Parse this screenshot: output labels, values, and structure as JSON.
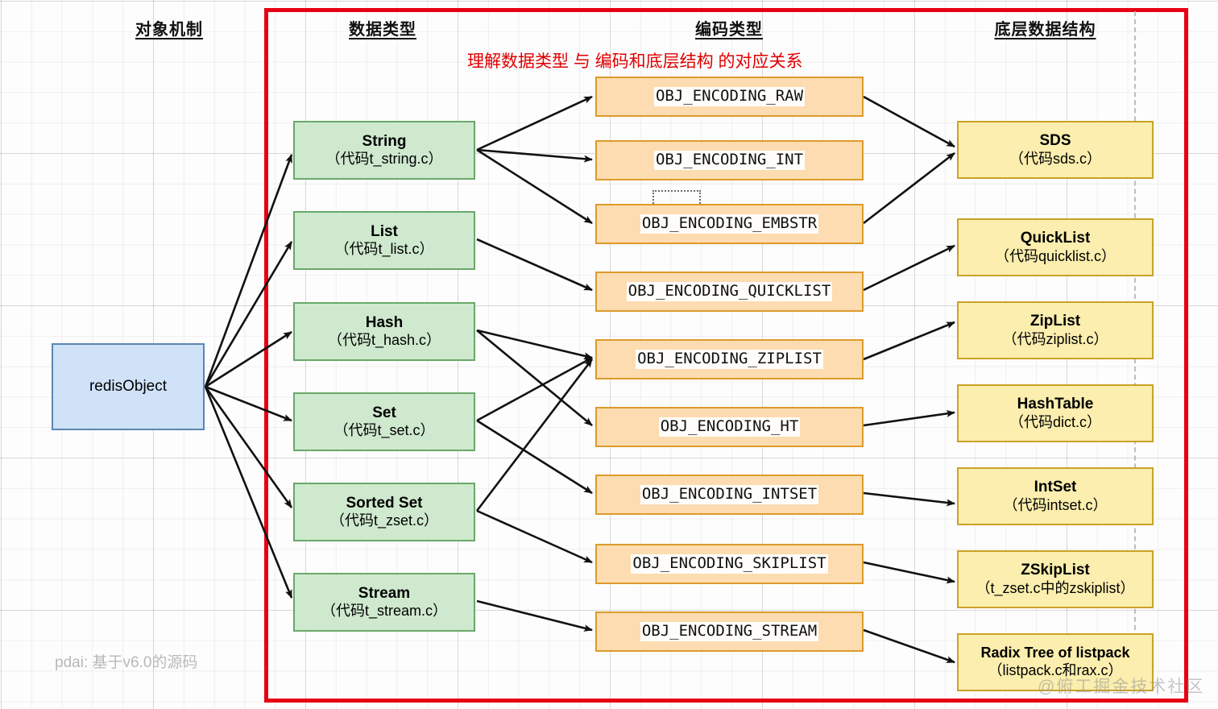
{
  "headers": {
    "object_mechanism": "对象机制",
    "data_type": "数据类型",
    "encoding_type": "编码类型",
    "underlying_structure": "底层数据结构"
  },
  "subtitle": "理解数据类型 与 编码和底层结构 的对应关系",
  "root": {
    "label": "redisObject"
  },
  "data_types": [
    {
      "name": "String",
      "code": "（代码t_string.c）"
    },
    {
      "name": "List",
      "code": "（代码t_list.c）"
    },
    {
      "name": "Hash",
      "code": "（代码t_hash.c）"
    },
    {
      "name": "Set",
      "code": "（代码t_set.c）"
    },
    {
      "name": "Sorted Set",
      "code": "（代码t_zset.c）"
    },
    {
      "name": "Stream",
      "code": "（代码t_stream.c）"
    }
  ],
  "encodings": [
    {
      "name": "OBJ_ENCODING_RAW"
    },
    {
      "name": "OBJ_ENCODING_INT"
    },
    {
      "name": "OBJ_ENCODING_EMBSTR"
    },
    {
      "name": "OBJ_ENCODING_QUICKLIST"
    },
    {
      "name": "OBJ_ENCODING_ZIPLIST"
    },
    {
      "name": "OBJ_ENCODING_HT"
    },
    {
      "name": "OBJ_ENCODING_INTSET"
    },
    {
      "name": "OBJ_ENCODING_SKIPLIST"
    },
    {
      "name": "OBJ_ENCODING_STREAM"
    }
  ],
  "structures": [
    {
      "name": "SDS",
      "code": "（代码sds.c）"
    },
    {
      "name": "QuickList",
      "code": "（代码quicklist.c）"
    },
    {
      "name": "ZipList",
      "code": "（代码ziplist.c）"
    },
    {
      "name": "HashTable",
      "code": "（代码dict.c）"
    },
    {
      "name": "IntSet",
      "code": "（代码intset.c）"
    },
    {
      "name": "ZSkipList",
      "code": "（t_zset.c中的zskiplist）"
    },
    {
      "name": "Radix Tree of listpack",
      "code": "（listpack.c和rax.c）"
    }
  ],
  "watermarks": {
    "left": "pdai: 基于v6.0的源码",
    "right": "@俯工掘金技术社区"
  },
  "colors": {
    "frame_red": "#e60012",
    "subtitle_red": "#e00000",
    "blue_fill": "#cfe2f7",
    "green_fill": "#cfe9cf",
    "orange_fill": "#fcdcb0",
    "yellow_fill": "#fbeeae"
  }
}
